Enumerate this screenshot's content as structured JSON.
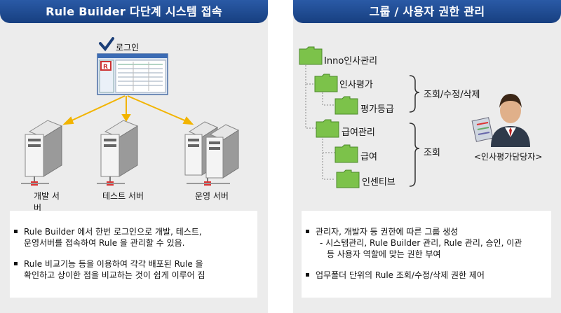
{
  "left": {
    "title": "Rule Builder 다단계 시스템 접속",
    "login_label": "로그인",
    "servers": [
      {
        "label_line1": "개발 서",
        "label_line2": "버"
      },
      {
        "label_line1": "테스트 서버"
      },
      {
        "label_line1": "운영 서버"
      }
    ],
    "bullets": [
      {
        "line1": "Rule Builder 에서 한번 로그인으로 개발, 테스트,",
        "line2": "운영서버를 접속하여 Rule 을 관리할 수 있음."
      },
      {
        "line1": "Rule 비교기능 등을 이용하여 각각 배포된 Rule 을",
        "line2": "확인하고 상이한 점을 비교하는 것이 쉽게 이루어 짐"
      }
    ]
  },
  "right": {
    "title": "그룹 / 사용자 권한 관리",
    "tree": {
      "root": "Inno인사관리",
      "group1": "인사평가",
      "group1_child": "평가등급",
      "group2": "급여관리",
      "group2_child1": "급여",
      "group2_child2": "인센티브"
    },
    "perm1": "조회/수정/삭제",
    "perm2": "조회",
    "person_label": "<인사평가담당자>",
    "bullets": [
      {
        "line1": "관리자, 개발자 등 권한에 따른 그룹 생성",
        "line2": "- 시스템관리, Rule Builder 관리, Rule 관리, 승인, 이관",
        "line3": "등 사용자 역할에 맞는 권한 부여"
      },
      {
        "line1": "업무폴더 단위의 Rule 조회/수정/삭제 권한 제어"
      }
    ]
  },
  "colors": {
    "header": "#1f4a91",
    "arrow": "#f2b400",
    "folder": "#7cc24a",
    "panel": "#ececec"
  }
}
